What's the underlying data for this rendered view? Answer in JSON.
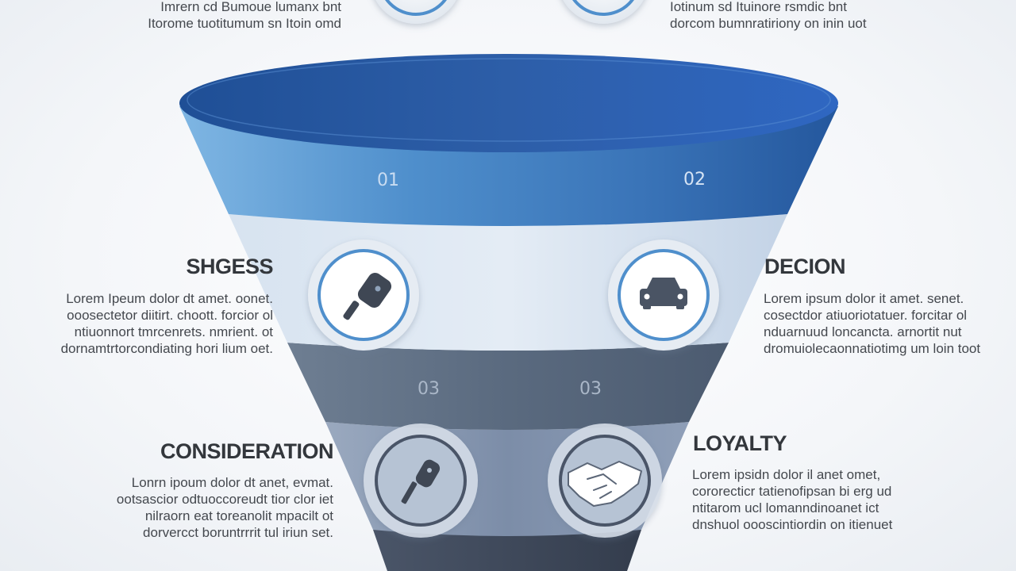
{
  "top": {
    "left_lines": [
      "Imrern cd Bumoue lumanx bnt",
      "Itorome tuotitumum sn Itoin omd"
    ],
    "right_lines": [
      "Iotinum sd Ituinore rsmdic bnt",
      "dorcom bumnratiriony on inin uot"
    ]
  },
  "funnel": {
    "numbers": [
      "01",
      "02",
      "03",
      "03"
    ],
    "colors": {
      "top_ellipse": "#2b62b0",
      "band1": "#3a7cc0",
      "band2": "#c9d6e6",
      "band3": "#5d6e83",
      "band4": "#7e8fa8",
      "band5": "#3f4a5c"
    }
  },
  "stages": [
    {
      "title": "SHGESS",
      "icon": "key-fob-icon",
      "lines": [
        "Lorem Ipeum dolor dt amet. oonet.",
        "ooosectetor diitirt. choott. forcior ol",
        "ntiuonnort tmrcenrets. nmrient. ot",
        "dornamtrtorcondiating hori lium oet."
      ]
    },
    {
      "title": "DECION",
      "icon": "car-icon",
      "lines": [
        "Lorem ipsum dolor it amet. senet.",
        "cosectdor atiuoriotatuer. forcitar ol",
        "nduarnuud loncancta. arnortit nut",
        "dromuiolecaonnatiotimg um loin toot"
      ]
    },
    {
      "title": "CONSIDERATION",
      "icon": "car-key-icon",
      "lines": [
        "Lonrn ipoum dolor dt anet, evmat.",
        "ootsascior odtuoccoreudt tior clor iet",
        "nilraorn eat toreanolit mpacilt ot",
        "dorvercct boruntrrrit tul iriun set."
      ]
    },
    {
      "title": "LOYALTY",
      "icon": "handshake-icon",
      "lines": [
        "Lorem ipsidn dolor il anet omet,",
        "cororecticr tatienofipsan bi erg ud",
        "ntitarom ucl lomanndinoanet ict",
        "dnshuol oooscintiordin on itienuet"
      ]
    }
  ]
}
